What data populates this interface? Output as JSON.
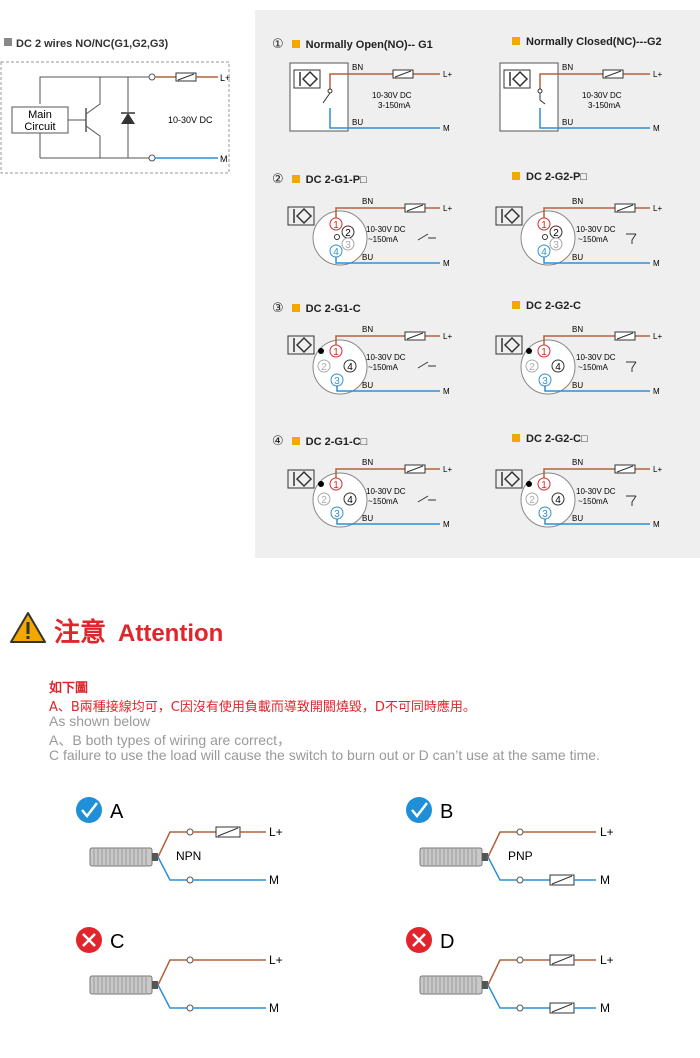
{
  "left": {
    "title": "DC 2 wires NO/NC(G1,G2,G3)",
    "main_circuit": [
      "Main",
      "Circuit"
    ],
    "voltage": "10-30V DC",
    "lplus": "L+",
    "m": "M"
  },
  "panel": {
    "labels": {
      "bn": "BN",
      "bu": "BU",
      "lplus": "L+",
      "m": "M",
      "v1": "10-30V DC",
      "v2": "10-30V DC",
      "i1": "3-150mA",
      "i2": "~150mA"
    },
    "sections": [
      {
        "num": "①",
        "left": "Normally Open(NO)-- G1",
        "right": "Normally Closed(NC)---G2"
      },
      {
        "num": "②",
        "left": "DC 2-G1-P□",
        "right": "DC 2-G2-P□"
      },
      {
        "num": "③",
        "left": "DC 2-G1-C",
        "right": "DC 2-G2-C"
      },
      {
        "num": "④",
        "left": "DC 2-G1-C□",
        "right": "DC 2-G2-C□"
      }
    ],
    "pins": {
      "p1": "1",
      "p2": "2",
      "p3": "3",
      "p4": "4"
    }
  },
  "attention": {
    "cn": "注意",
    "en": "Attention",
    "warning_icon": "warning-triangle-icon",
    "note_cn_head": "如下圖",
    "note_cn_body": "A、B兩種接線均可，C因沒有使用負載而導致開關燒毀，D不可同時應用。",
    "note_en_1": "As shown below",
    "note_en_2": "A、B both types of wiring are correct，",
    "note_en_3": "C failure to use the load will cause the switch to burn out or D can’t use at the same time."
  },
  "cases": [
    {
      "letter": "A",
      "status": "correct",
      "icon": "check-circle-icon",
      "type": "NPN"
    },
    {
      "letter": "B",
      "status": "correct",
      "icon": "check-circle-icon",
      "type": "PNP"
    },
    {
      "letter": "C",
      "status": "wrong",
      "icon": "x-circle-icon",
      "type": ""
    },
    {
      "letter": "D",
      "status": "wrong",
      "icon": "x-circle-icon",
      "type": ""
    }
  ],
  "case_labels": {
    "lplus": "L+",
    "m": "M"
  },
  "colors": {
    "brown": "#b5603a",
    "blue": "#2f8fd0",
    "red": "#e0262c",
    "orange": "#f3a800",
    "check": "#1f8fd8",
    "panel": "#efefef"
  }
}
